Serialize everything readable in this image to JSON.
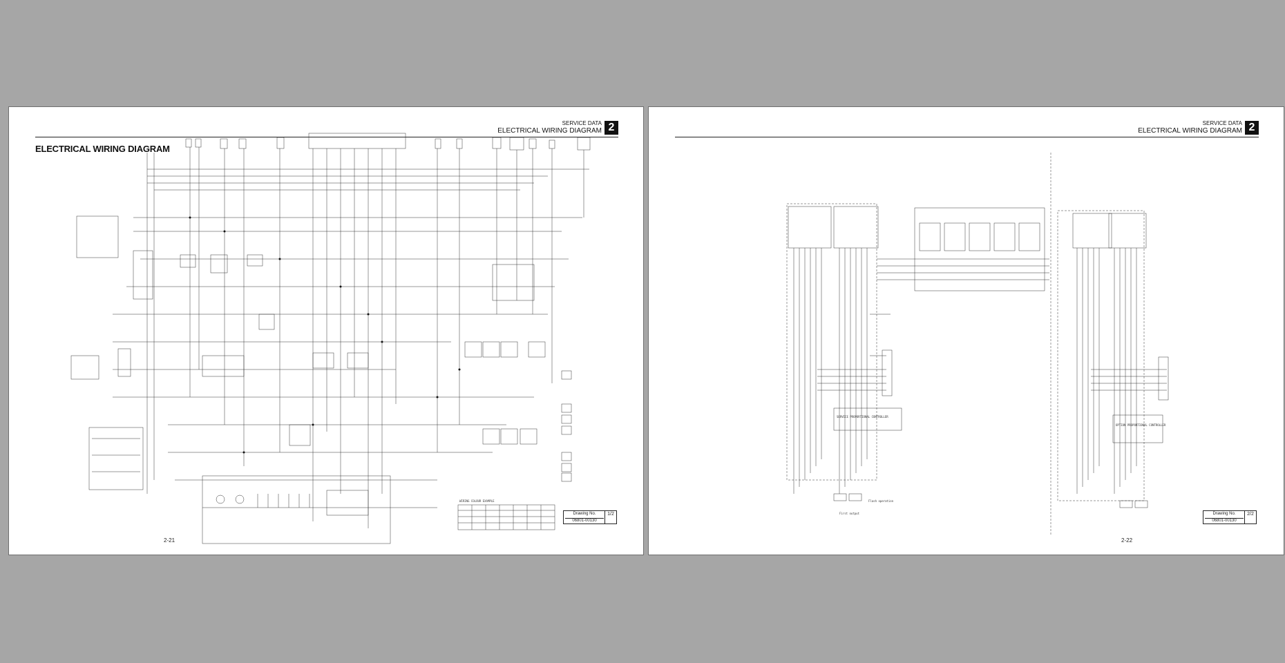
{
  "pages": [
    {
      "header": {
        "section": "SERVICE DATA",
        "title": "ELECTRICAL WIRING DIAGRAM",
        "chapter": "2"
      },
      "document_title": "ELECTRICAL WIRING DIAGRAM",
      "page_number": "2-21",
      "drawing": {
        "label": "Drawing No.",
        "number": "06801-00130",
        "sheet": "1/2"
      },
      "legend_title": "WIRING COLOUR EXAMPLE"
    },
    {
      "header": {
        "section": "SERVICE DATA",
        "title": "ELECTRICAL WIRING DIAGRAM",
        "chapter": "2"
      },
      "page_number": "2-22",
      "drawing": {
        "label": "Drawing No.",
        "number": "06801-00130",
        "sheet": "2/2"
      },
      "labels": {
        "controller_left": "SERVICE PROPORTIONAL CONTROLLER",
        "controller_right": "OPTION PROPORTIONAL CONTROLLER",
        "first_output": "First output",
        "flash_operation": "Flash operation"
      }
    }
  ],
  "colors": {
    "background": "#a6a6a6",
    "page": "#ffffff",
    "ink": "#111111"
  }
}
